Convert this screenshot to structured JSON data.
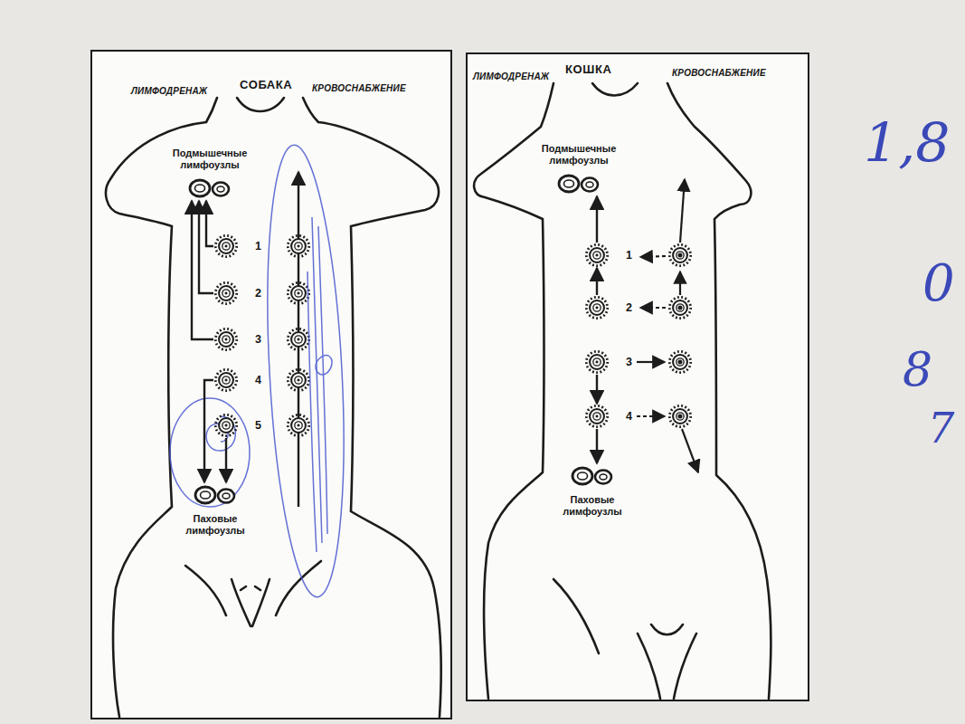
{
  "diagram": {
    "nodes": [
      {
        "text": [
          "ЛИМФОДРЕНАЖ",
          "СОБАКА",
          "КРОВОСНАБЖЕНИЕ"
        ]
      },
      {
        "text": [
          "Подмышечные лимфоузлы"
        ],
        "in": 0
      },
      {
        "text": [
          "1"
        ],
        "in": 0
      },
      {
        "text": [
          "2"
        ],
        "in": 0
      },
      {
        "text": [
          "3"
        ],
        "in": 0
      },
      {
        "text": [
          "4"
        ],
        "in": 0
      },
      {
        "text": [
          "5"
        ],
        "in": 0
      },
      {
        "text": [
          "Паховые лимфоузлы"
        ],
        "in": 0
      },
      {
        "text": [
          "ЛИМФОДРЕНАЖ",
          "КОШКА",
          "КРОВОСНАБЖЕНИЕ"
        ]
      },
      {
        "text": [
          "Подмышечные лимфоузлы"
        ],
        "in": 8
      },
      {
        "text": [
          "1"
        ],
        "in": 8
      },
      {
        "text": [
          "2"
        ],
        "in": 8
      },
      {
        "text": [
          "3"
        ],
        "in": 8
      },
      {
        "text": [
          "4"
        ],
        "in": 8
      },
      {
        "text": [
          "Паховые лимфоузлы"
        ],
        "in": 8
      }
    ],
    "edges": [
      {
        "from": 2,
        "to": 1,
        "arrow": "to"
      },
      {
        "from": 3,
        "to": 1,
        "arrow": "to"
      },
      {
        "from": 4,
        "to": 1,
        "arrow": "to"
      },
      {
        "from": 5,
        "to": 7,
        "arrow": "to"
      },
      {
        "from": 6,
        "to": 7,
        "arrow": "to"
      },
      {
        "from": 10,
        "to": 9,
        "arrow": "to"
      },
      {
        "from": 11,
        "to": 10,
        "arrow": "to"
      },
      {
        "from": 12,
        "to": 13,
        "arrow": "to"
      },
      {
        "from": 13,
        "to": 14,
        "arrow": "to"
      }
    ],
    "labels": [
      "1,8",
      "0",
      "8",
      "7"
    ]
  }
}
